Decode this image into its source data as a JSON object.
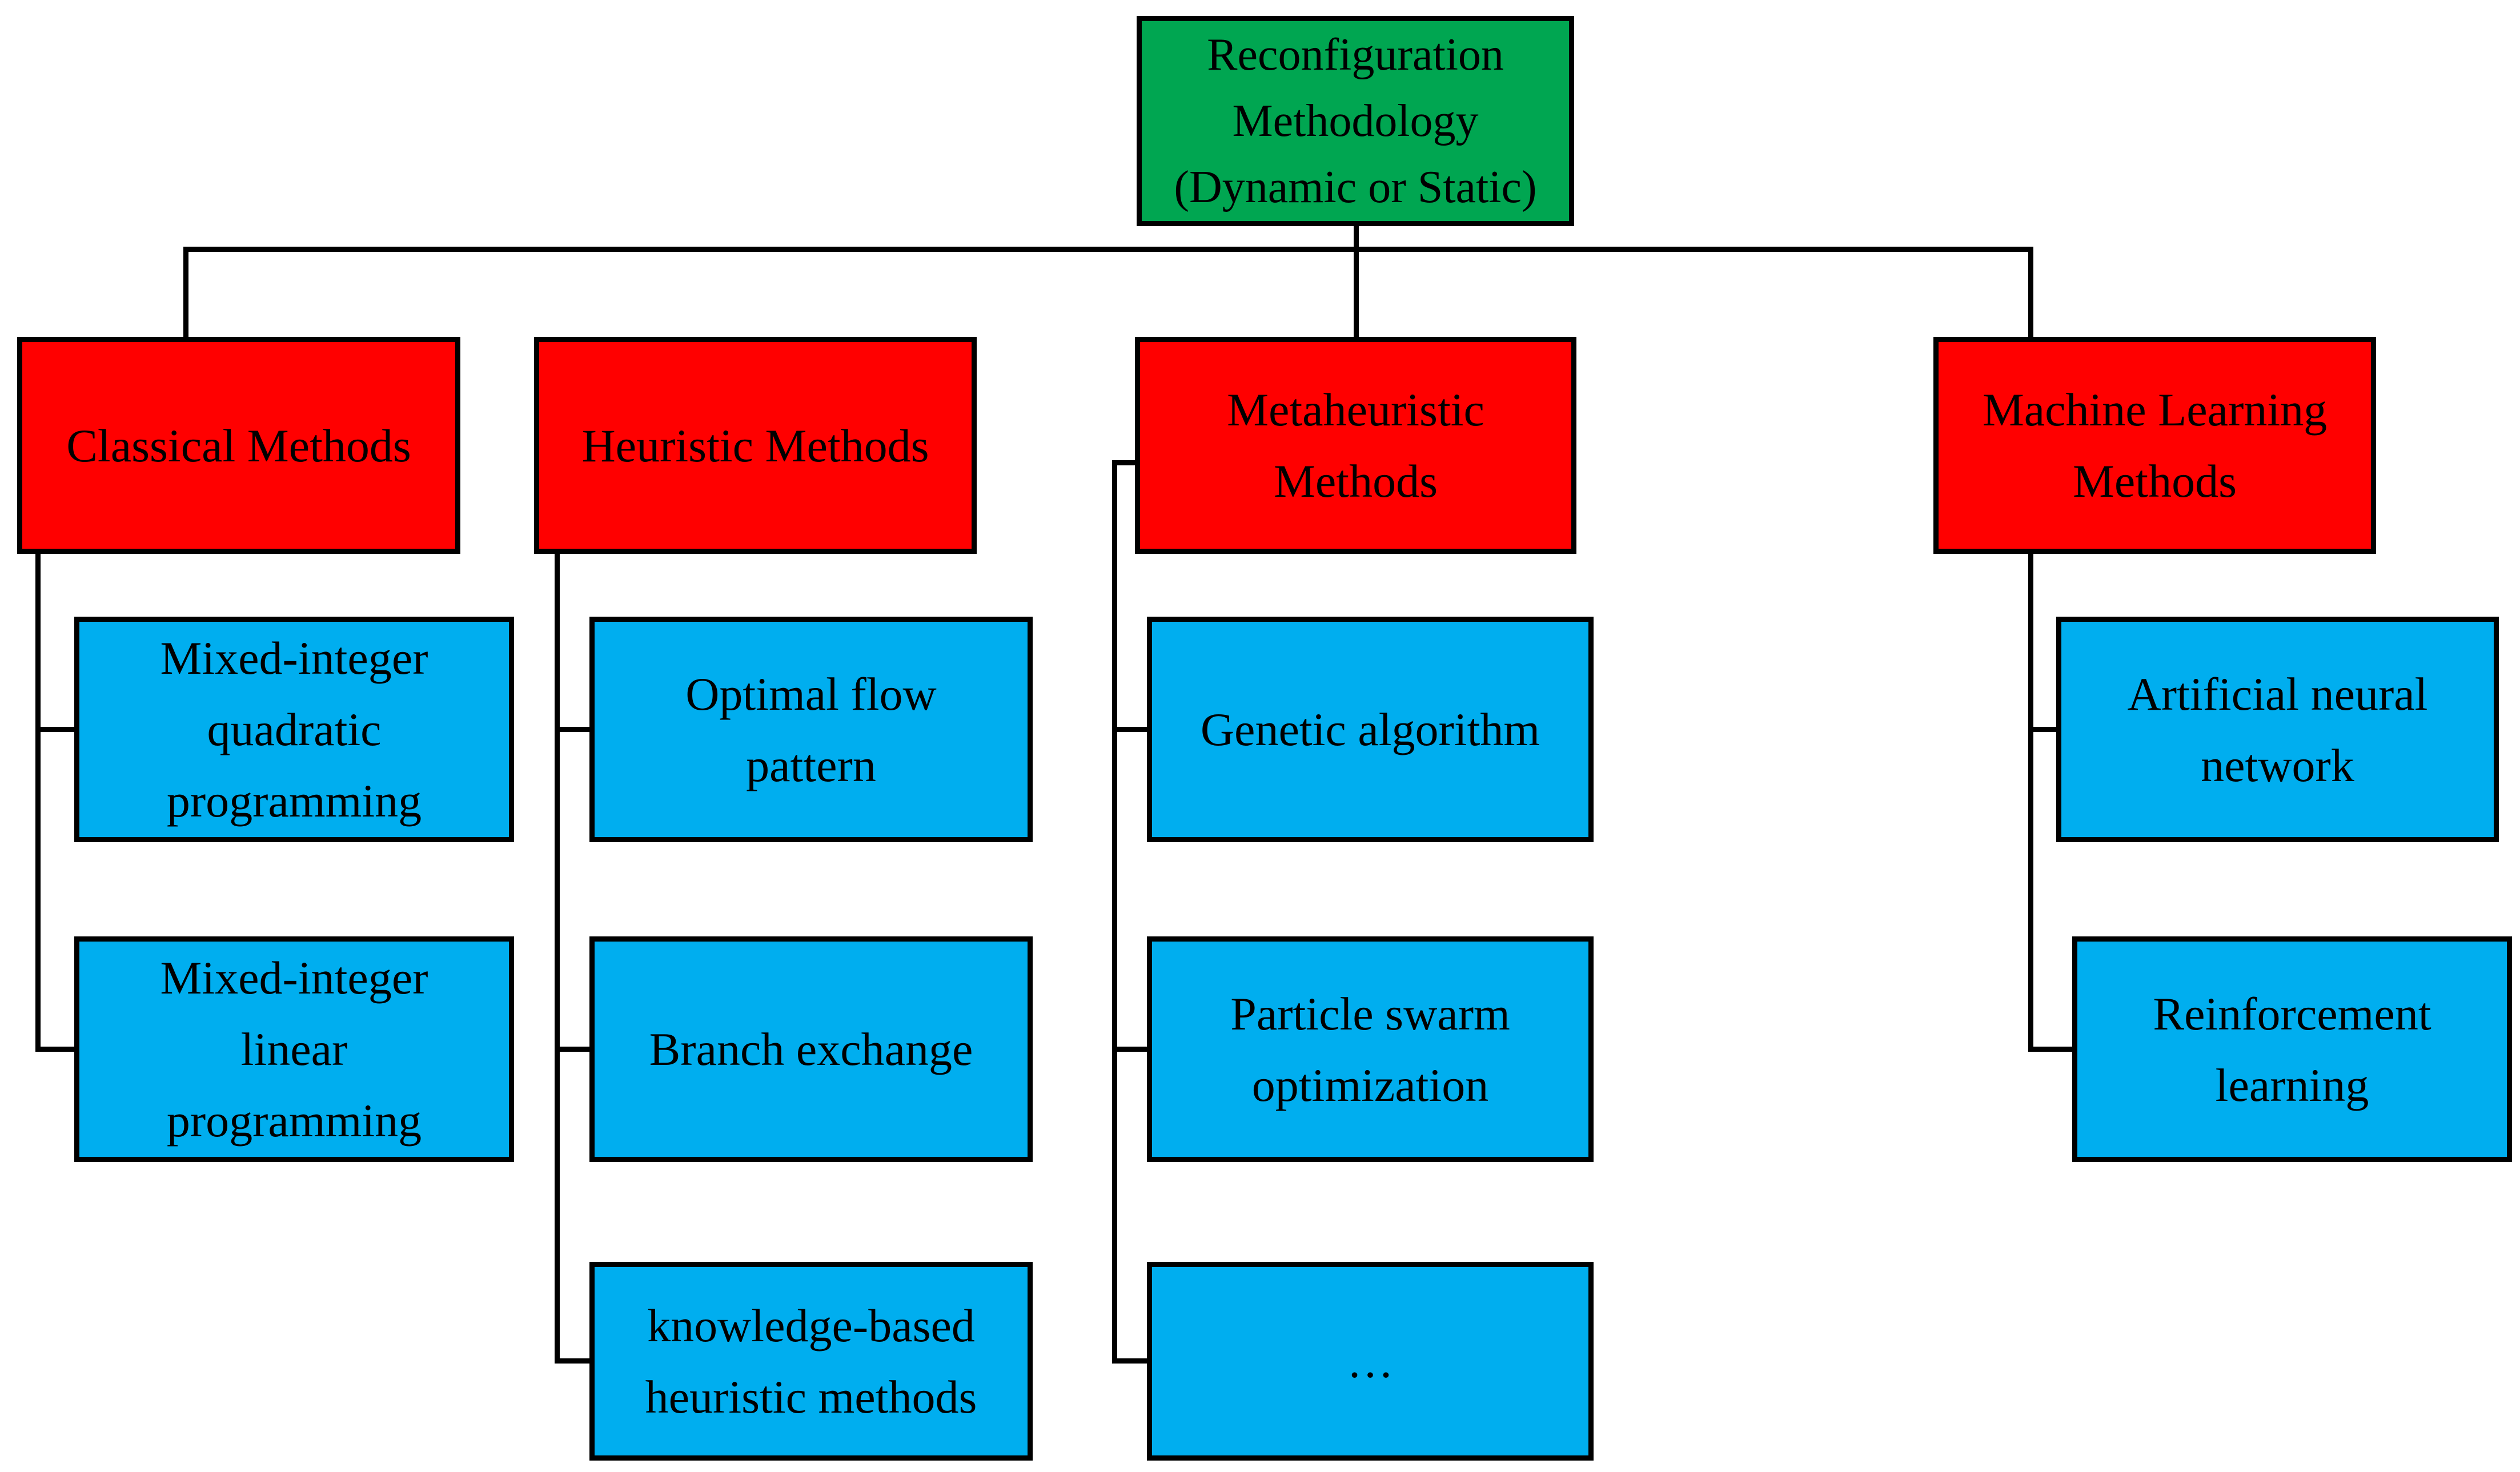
{
  "tree": {
    "root": {
      "lines": [
        "Reconfiguration",
        "Methodology",
        "(Dynamic or Static)"
      ]
    },
    "classical": {
      "lines": [
        "Classical Methods"
      ],
      "children": {
        "miqp": {
          "lines": [
            "Mixed-integer",
            "quadratic",
            "programming"
          ]
        },
        "milp": {
          "lines": [
            "Mixed-integer",
            "linear",
            "programming"
          ]
        }
      }
    },
    "heuristic": {
      "lines": [
        "Heuristic Methods"
      ],
      "children": {
        "ofp": {
          "lines": [
            "Optimal flow",
            "pattern"
          ]
        },
        "be": {
          "lines": [
            "Branch exchange"
          ]
        },
        "kb": {
          "lines": [
            "knowledge-based",
            "heuristic methods"
          ]
        }
      }
    },
    "metaheuristic": {
      "lines": [
        "Metaheuristic",
        "Methods"
      ],
      "children": {
        "ga": {
          "lines": [
            "Genetic algorithm"
          ]
        },
        "pso": {
          "lines": [
            "Particle swarm",
            "optimization"
          ]
        },
        "more": {
          "lines": [
            "…"
          ]
        }
      }
    },
    "ml": {
      "lines": [
        "Machine Learning",
        "Methods"
      ],
      "children": {
        "ann": {
          "lines": [
            "Artificial neural",
            "network"
          ]
        },
        "rl": {
          "lines": [
            "Reinforcement",
            "learning"
          ]
        }
      }
    }
  },
  "colors": {
    "root_fill": "#00A651",
    "branch_fill": "#FF0000",
    "leaf_fill": "#00AEEF",
    "line_and_border": "#000000",
    "background": "#FFFFFF"
  }
}
